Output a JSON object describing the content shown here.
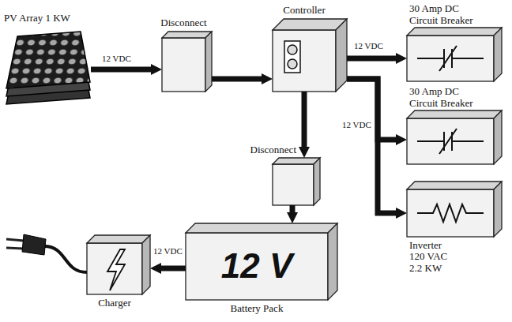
{
  "diagram": {
    "nodes": [
      {
        "text": [
          "PV Array 1 KW"
        ]
      },
      {
        "text": [
          "Disconnect"
        ]
      },
      {
        "text": [
          "Controller"
        ]
      },
      {
        "text": [
          "30 Amp DC Circuit Breaker"
        ]
      },
      {
        "text": [
          "30 Amp DC Circuit Breaker"
        ]
      },
      {
        "text": [
          "Disconnect"
        ]
      },
      {
        "text": [
          "Inverter 120 VAC 2.2 KW"
        ]
      },
      {
        "text": [
          "12 V",
          "Battery Pack"
        ]
      },
      {
        "text": [
          "Charger"
        ]
      }
    ],
    "edges": [
      {
        "from": 0,
        "to": 1,
        "label": "12 VDC",
        "arrow": "to"
      },
      {
        "from": 1,
        "to": 2,
        "arrow": "to"
      },
      {
        "from": 2,
        "to": 3,
        "label": "12 VDC",
        "arrow": "to"
      },
      {
        "from": 2,
        "to": 4,
        "label": "12 VDC",
        "arrow": "to"
      },
      {
        "from": 2,
        "to": 6,
        "arrow": "to"
      },
      {
        "from": 2,
        "to": 5,
        "arrow": "to"
      },
      {
        "from": 5,
        "to": 7,
        "arrow": "to"
      },
      {
        "from": 7,
        "to": 8,
        "label": "12 VDC",
        "arrow": "to"
      }
    ]
  }
}
